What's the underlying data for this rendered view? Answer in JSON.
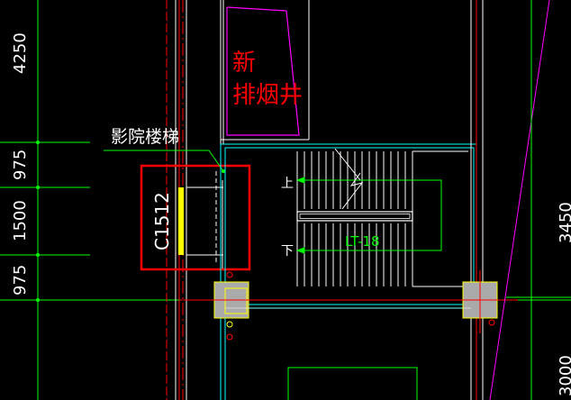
{
  "dimensions_left": [
    "4250",
    "975",
    "1500",
    "975"
  ],
  "dimensions_right": [
    "3450",
    "3000"
  ],
  "callout": "影院楼梯",
  "window_tag": "C1512",
  "new_label": [
    "新",
    "排烟井"
  ],
  "stair_up": "上",
  "stair_down": "下",
  "stair_tag": "LT-18",
  "colors": {
    "background": "#000000",
    "cyan": "#00ffff",
    "green": "#00ff00",
    "red": "#ff0000",
    "magenta": "#ff00ff",
    "yellow": "#ffff00",
    "white": "#ffffff"
  }
}
